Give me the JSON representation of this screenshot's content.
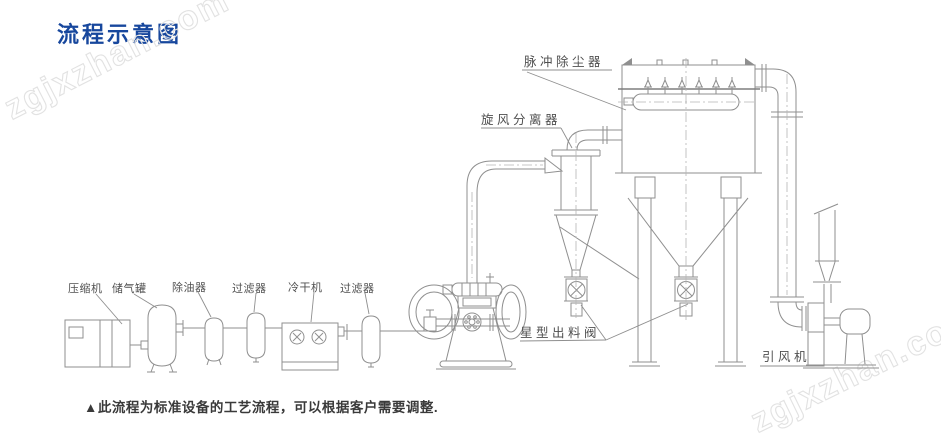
{
  "header": {
    "title": "流程示意图"
  },
  "footnote": {
    "text": "▲此流程为标准设备的工艺流程，可以根据客户需要调整."
  },
  "diagram": {
    "labels": {
      "compressor": "压缩机",
      "air_tank": "储气罐",
      "oil_remover": "除油器",
      "filter_1": "过滤器",
      "dryer": "冷干机",
      "filter_2": "过滤器",
      "cyclone_separator": "旋风分离器",
      "pulse_dust_collector": "脉冲除尘器",
      "star_discharge_valve": "星型出料阀",
      "induced_draft_fan": "引风机"
    }
  },
  "watermarks": {
    "top_left": "zgjxzhan.com",
    "bottom_right": "zgjxzhan.com"
  },
  "colors": {
    "title": "#17479d",
    "diagram_line": "#8f8f8f",
    "label_text": "#4f4f4f",
    "note_text": "#3a3a3a",
    "watermark": "#e2e2e2"
  }
}
